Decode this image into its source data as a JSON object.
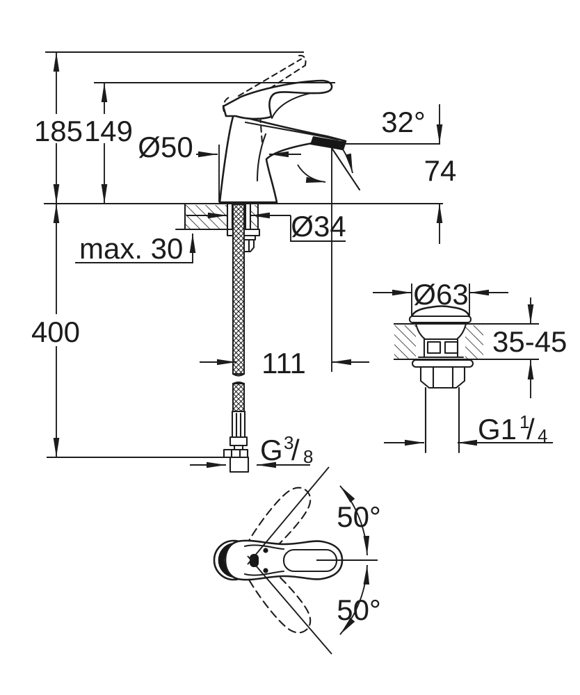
{
  "page": {
    "background": "#ffffff",
    "line_color": "#1c1c1c",
    "description": "Faucet installation dimension drawing"
  },
  "drawing": {
    "labels": {
      "overall_height": "185",
      "handle_height": "149",
      "body_diameter": "Ø50",
      "spray_angle": "32°",
      "outlet_height": "74",
      "mounting_hole_diameter": "Ø34",
      "max_deck_thickness": "max. 30",
      "hose_length": "400",
      "outlet_reach": "111",
      "waste_cap_diameter": "Ø63",
      "waste_deck_range": "35-45",
      "handle_swivel_upper": "50°",
      "handle_swivel_lower": "50°",
      "supply_thread": {
        "prefix": "G",
        "numerator": "3",
        "slash": "/",
        "denominator": "8"
      },
      "waste_thread": {
        "prefix": "G1",
        "numerator": "1",
        "slash": "/",
        "denominator": "4"
      }
    }
  }
}
